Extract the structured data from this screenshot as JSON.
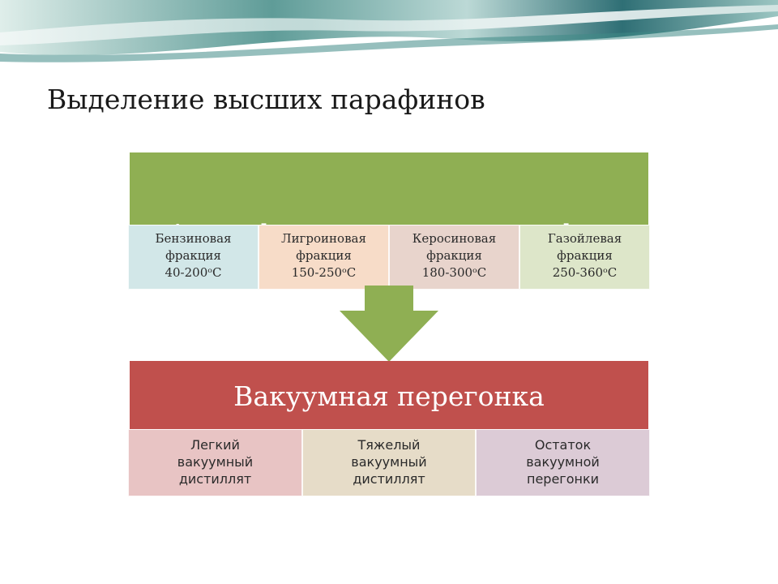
{
  "slide": {
    "title": "Выделение высших парафинов"
  },
  "top_process": {
    "label": "Атмосферная перегонка нефти",
    "color": "#8faf53",
    "fractions": [
      {
        "lines": [
          "Бензиновая",
          "фракция",
          "40-200ᵒС"
        ],
        "color": "#d2e7e8"
      },
      {
        "lines": [
          "Лигроиновая",
          "фракция",
          "150-250ᵒС"
        ],
        "color": "#f7dcc8"
      },
      {
        "lines": [
          "Керосиновая",
          "фракция",
          "180-300ᵒС"
        ],
        "color": "#e8d4cc"
      },
      {
        "lines": [
          "Газойлевая",
          "фракция",
          "250-360ᵒС"
        ],
        "color": "#dde6c9"
      }
    ]
  },
  "connector": {
    "icon": "down-arrow-icon",
    "color": "#8faf53"
  },
  "bottom_process": {
    "label": "Вакуумная перегонка",
    "color": "#c0504d",
    "products": [
      {
        "lines": [
          "Легкий",
          "вакуумный",
          "дистиллят"
        ],
        "color": "#e8c4c4"
      },
      {
        "lines": [
          "Тяжелый",
          "вакуумный",
          "дистиллят"
        ],
        "color": "#e6dcc8"
      },
      {
        "lines": [
          "Остаток",
          "вакуумной",
          "перегонки"
        ],
        "color": "#dccbd6"
      }
    ]
  }
}
